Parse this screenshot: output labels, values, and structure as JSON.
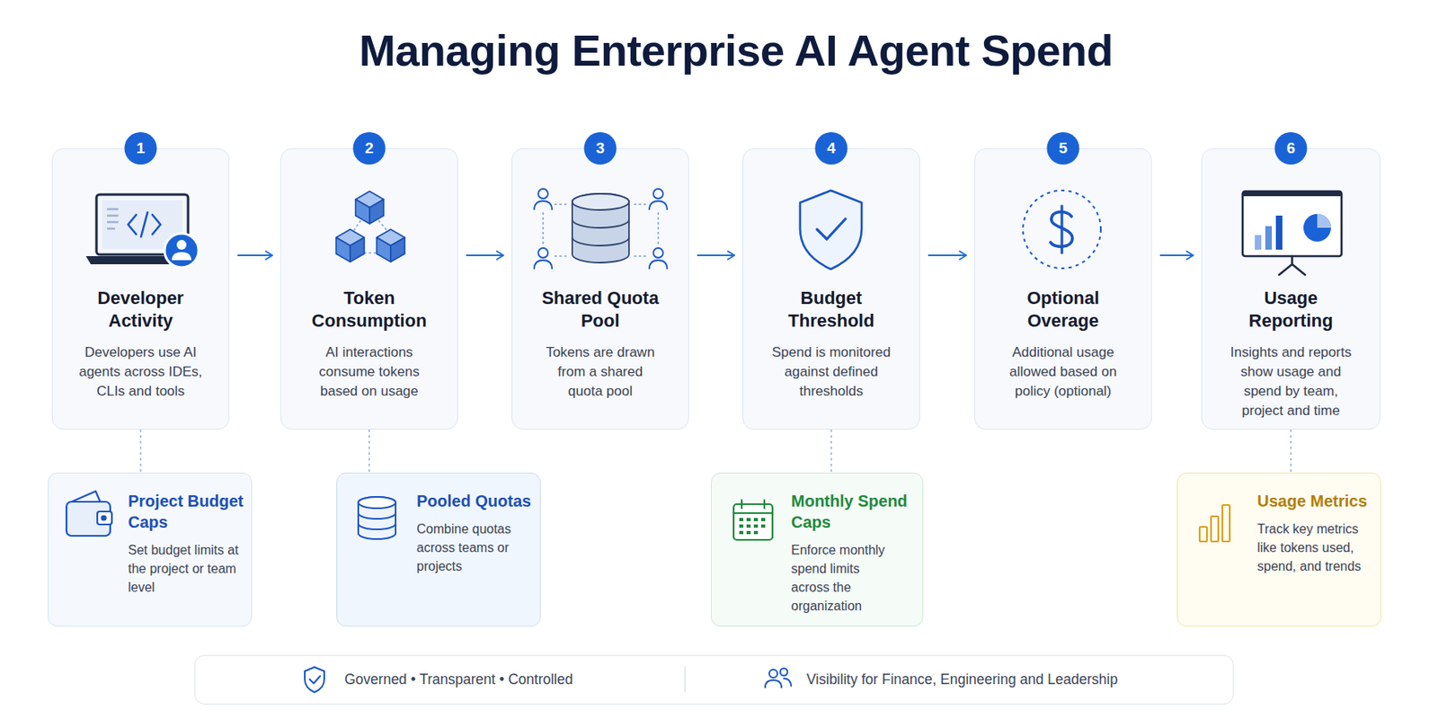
{
  "diagram": {
    "title": "Managing Enterprise AI Agent Spend",
    "nodes": [
      {
        "text": [
          "Developer Activity",
          "Developers use AI agents across IDEs, CLIs and tools"
        ]
      },
      {
        "text": [
          "Token Consumption",
          "AI interactions consume tokens based on usage"
        ]
      },
      {
        "text": [
          "Shared Quota Pool",
          "Tokens are drawn from a shared quota pool"
        ]
      },
      {
        "text": [
          "Budget Threshold",
          "Spend is monitored against defined thresholds"
        ]
      },
      {
        "text": [
          "Optional Overage",
          "Additional usage allowed based on policy (optional)"
        ]
      },
      {
        "text": [
          "Usage Reporting",
          "Insights and reports show usage and spend by team, project and time"
        ]
      },
      {
        "text": [
          "Project Budget Caps",
          "Set budget limits at the project or team level"
        ]
      },
      {
        "text": [
          "Pooled Quotas",
          "Combine quotas across teams or projects"
        ]
      },
      {
        "text": [
          "Monthly Spend Caps",
          "Enforce monthly spend limits across the organization"
        ]
      },
      {
        "text": [
          "Usage Metrics",
          "Track key metrics like tokens used, spend, and trends"
        ]
      },
      {
        "text": [
          "Governed • Transparent • Controlled",
          "Visibility for Finance, Engineering and Leadership"
        ]
      }
    ],
    "edges": [
      {
        "from": 0,
        "to": 1,
        "arrow": "to"
      },
      {
        "from": 1,
        "to": 2,
        "arrow": "to"
      },
      {
        "from": 2,
        "to": 3,
        "arrow": "to"
      },
      {
        "from": 3,
        "to": 4,
        "arrow": "to"
      },
      {
        "from": 4,
        "to": 5,
        "arrow": "to"
      },
      {
        "from": 0,
        "to": 6,
        "arrow": "none"
      },
      {
        "from": 1,
        "to": 7,
        "arrow": "none"
      },
      {
        "from": 3,
        "to": 8,
        "arrow": "none"
      },
      {
        "from": 5,
        "to": 9,
        "arrow": "none"
      }
    ],
    "labels": [
      "1",
      "2",
      "3",
      "4",
      "5",
      "6"
    ]
  }
}
